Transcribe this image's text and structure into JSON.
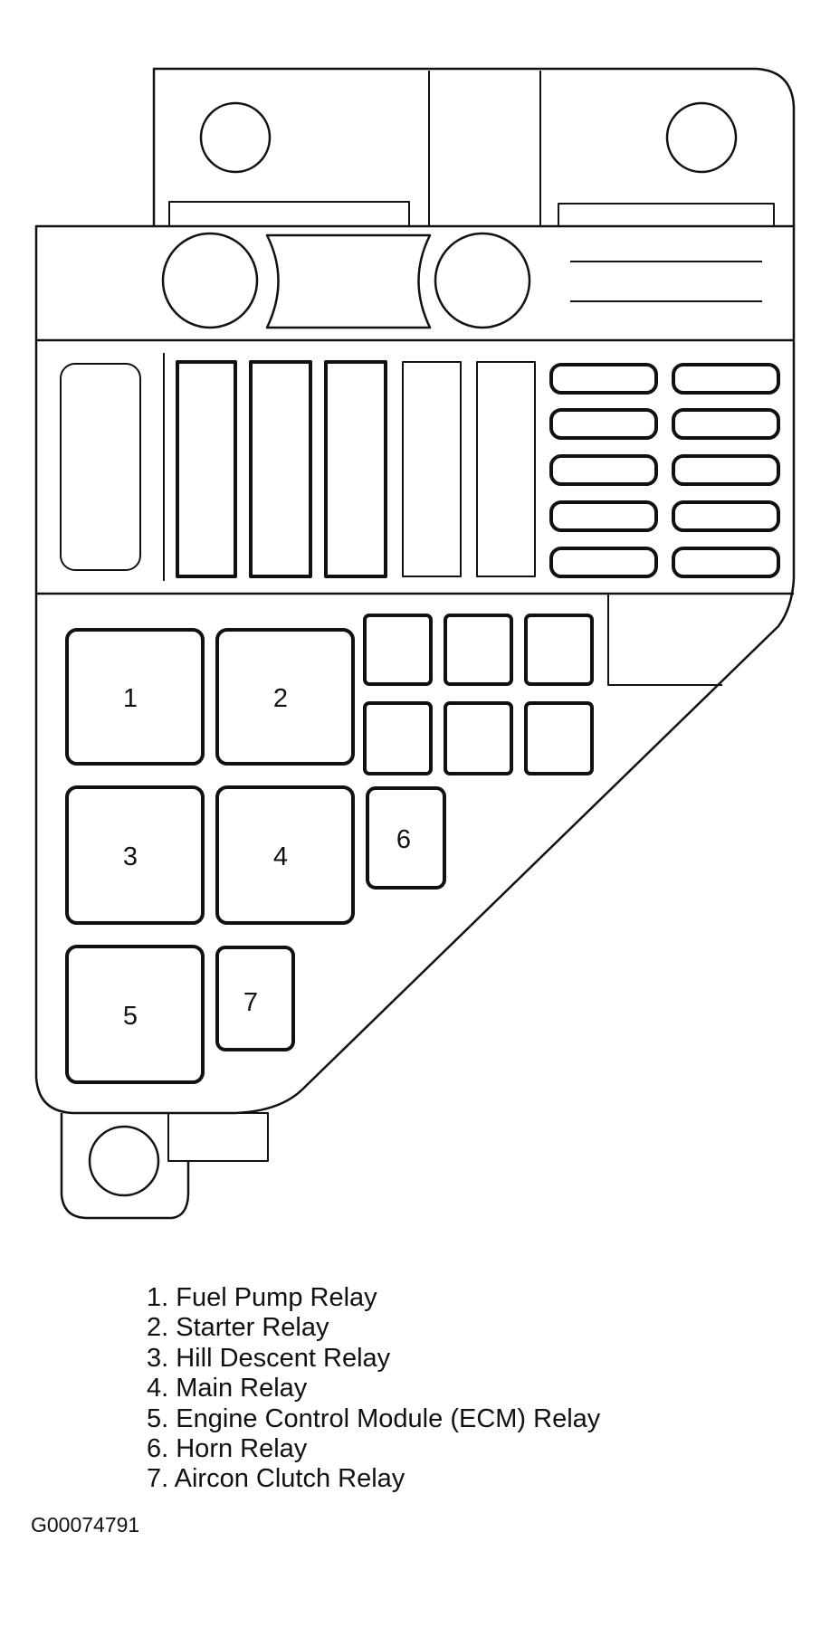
{
  "relays": [
    {
      "number": "1",
      "name": "Fuel Pump Relay"
    },
    {
      "number": "2",
      "name": "Starter Relay"
    },
    {
      "number": "3",
      "name": "Hill Descent Relay"
    },
    {
      "number": "4",
      "name": "Main Relay"
    },
    {
      "number": "5",
      "name": "Engine Control Module (ECM) Relay"
    },
    {
      "number": "6",
      "name": "Horn Relay"
    },
    {
      "number": "7",
      "name": "Aircon Clutch Relay"
    }
  ],
  "legend": [
    "1. Fuel Pump Relay",
    "2. Starter Relay",
    "3. Hill Descent Relay",
    "4. Main Relay",
    "5. Engine Control Module (ECM) Relay",
    "6. Horn Relay",
    "7. Aircon Clutch Relay"
  ],
  "figure_id": "G00074791"
}
